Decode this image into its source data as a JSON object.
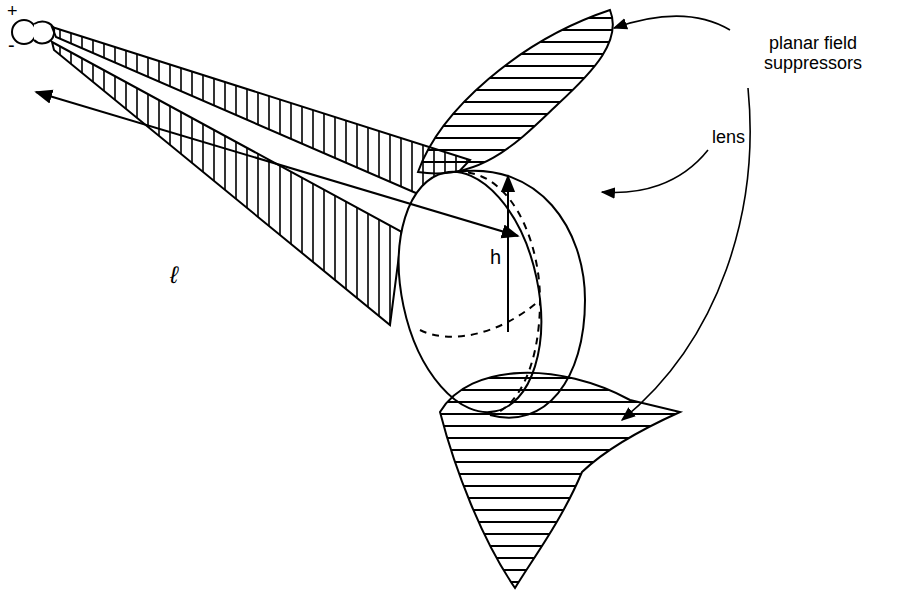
{
  "diagram": {
    "labels": [
      "+",
      "-",
      "planar field suppressors",
      "lens",
      "h",
      "ℓ"
    ]
  }
}
